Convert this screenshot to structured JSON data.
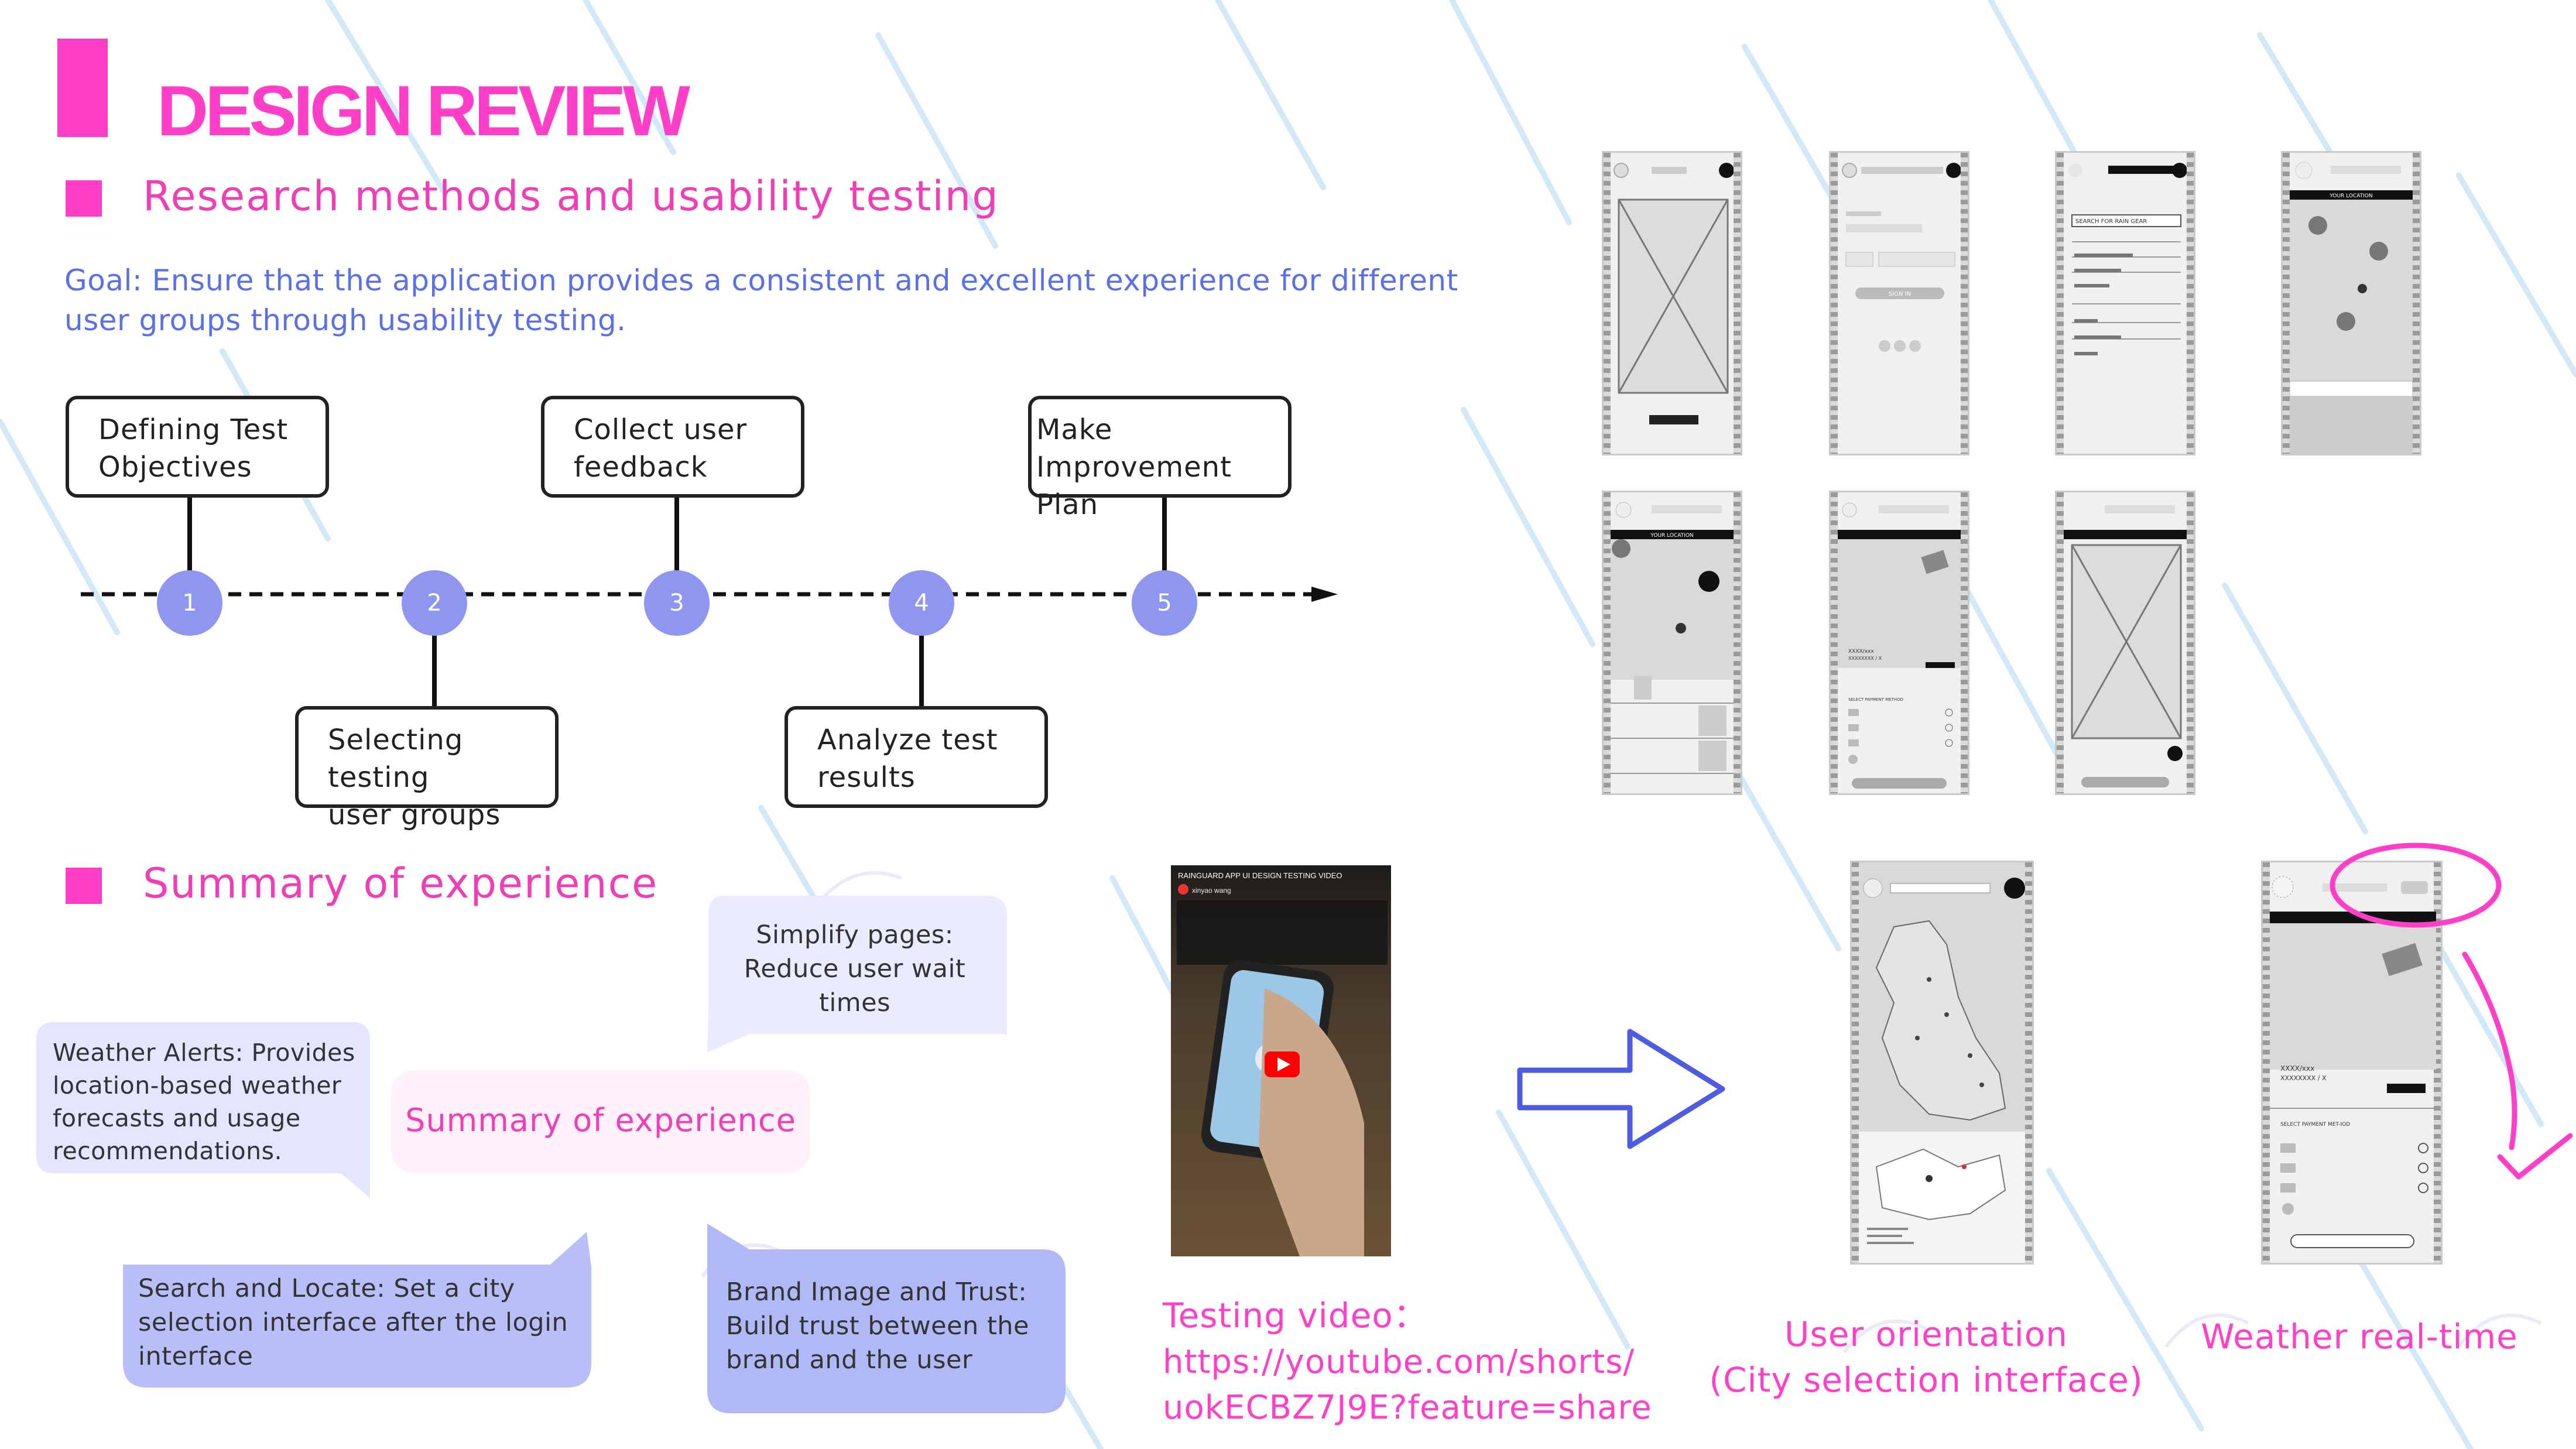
{
  "header": {
    "title": "DESIGN REVIEW",
    "section1_title": "Research methods and usability testing",
    "goal": "Goal: Ensure that the application provides a consistent and excellent experience for different user groups through usability testing."
  },
  "timeline": {
    "steps": [
      {
        "number": "1",
        "label_lines": [
          "Defining Test",
          "Objectives"
        ]
      },
      {
        "number": "2",
        "label_lines": [
          "Selecting testing",
          "user groups"
        ]
      },
      {
        "number": "3",
        "label_lines": [
          "Collect user",
          "feedback"
        ]
      },
      {
        "number": "4",
        "label_lines": [
          "Analyze test",
          "results"
        ]
      },
      {
        "number": "5",
        "label_lines": [
          "Make",
          "Improvement Plan"
        ]
      }
    ]
  },
  "summary": {
    "section_title": "Summary of experience",
    "center_label": "Summary of experience",
    "bubbles": {
      "simplify": [
        "Simplify pages:",
        "Reduce user wait",
        "times"
      ],
      "alerts": [
        "Weather Alerts: Provides",
        "location-based weather",
        "forecasts and usage",
        "recommendations."
      ],
      "search": [
        "Search and Locate: Set a city",
        "selection interface after the login",
        "interface"
      ],
      "brand": [
        "Brand Image and Trust:",
        "Build trust between the",
        "brand and the user"
      ]
    }
  },
  "video": {
    "overlay_title": "RAINGUARD APP UI DESIGN TESTING VIDEO",
    "overlay_user": "xinyao wang",
    "caption": "Testing video：",
    "link_lines": [
      "https://youtube.com/shorts/",
      "uokECBZ7J9E?feature=share"
    ]
  },
  "wireframes": {
    "search_label": "SEARCH FOR RAIN GEAR",
    "location_label": "YOUR LOCATION",
    "login_label": "SIGN IN",
    "payment_label": "SELECT PAYMENT METHOD",
    "payment_label2": "SELECT PAYMENT MET-IOD",
    "price_label": "XXXX/xxx",
    "price_sub": "XXXXXXXX / X"
  },
  "results": {
    "orientation_lines": [
      "User orientation",
      "(City selection interface)"
    ],
    "realtime_label": "Weather real-time"
  },
  "colors": {
    "pink": "#ff3fc8",
    "blue_text": "#5a6fe8",
    "timeline_dot": "#8e96f0",
    "arrow_blue": "#4e5de0"
  }
}
